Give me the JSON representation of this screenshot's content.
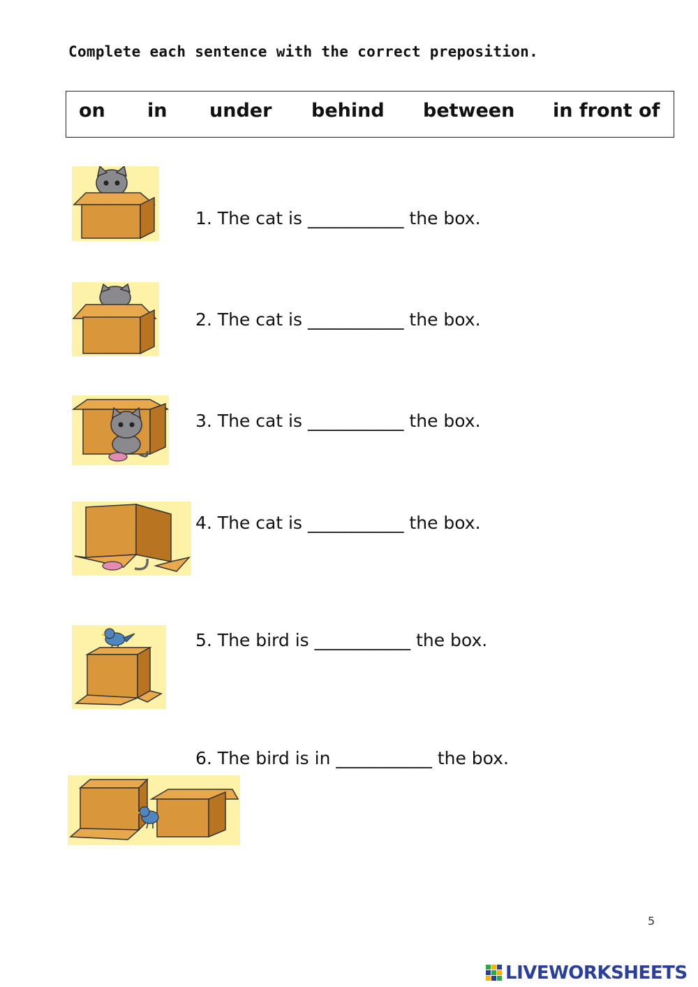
{
  "instruction": "Complete each sentence with the correct preposition.",
  "word_bank": [
    "on",
    "in",
    "under",
    "behind",
    "between",
    "in front of"
  ],
  "questions": [
    {
      "text": "1. The cat is ___________ the box."
    },
    {
      "text": "2. The cat is ___________ the box."
    },
    {
      "text": "3. The cat is ___________ the box."
    },
    {
      "text": "4. The cat is ___________ the box."
    },
    {
      "text": "5. The bird is ___________ the box."
    },
    {
      "text": "6. The bird is in ___________ the box."
    }
  ],
  "page_number": "5",
  "brand": "LIVEWORKSHEETS",
  "colors": {
    "picture_bg": "#fdf2a8",
    "box": "#d9963a",
    "box_dark": "#b87420",
    "cat": "#8a8a8e",
    "bird": "#4f86c0",
    "brand": "#2a3f9a"
  }
}
